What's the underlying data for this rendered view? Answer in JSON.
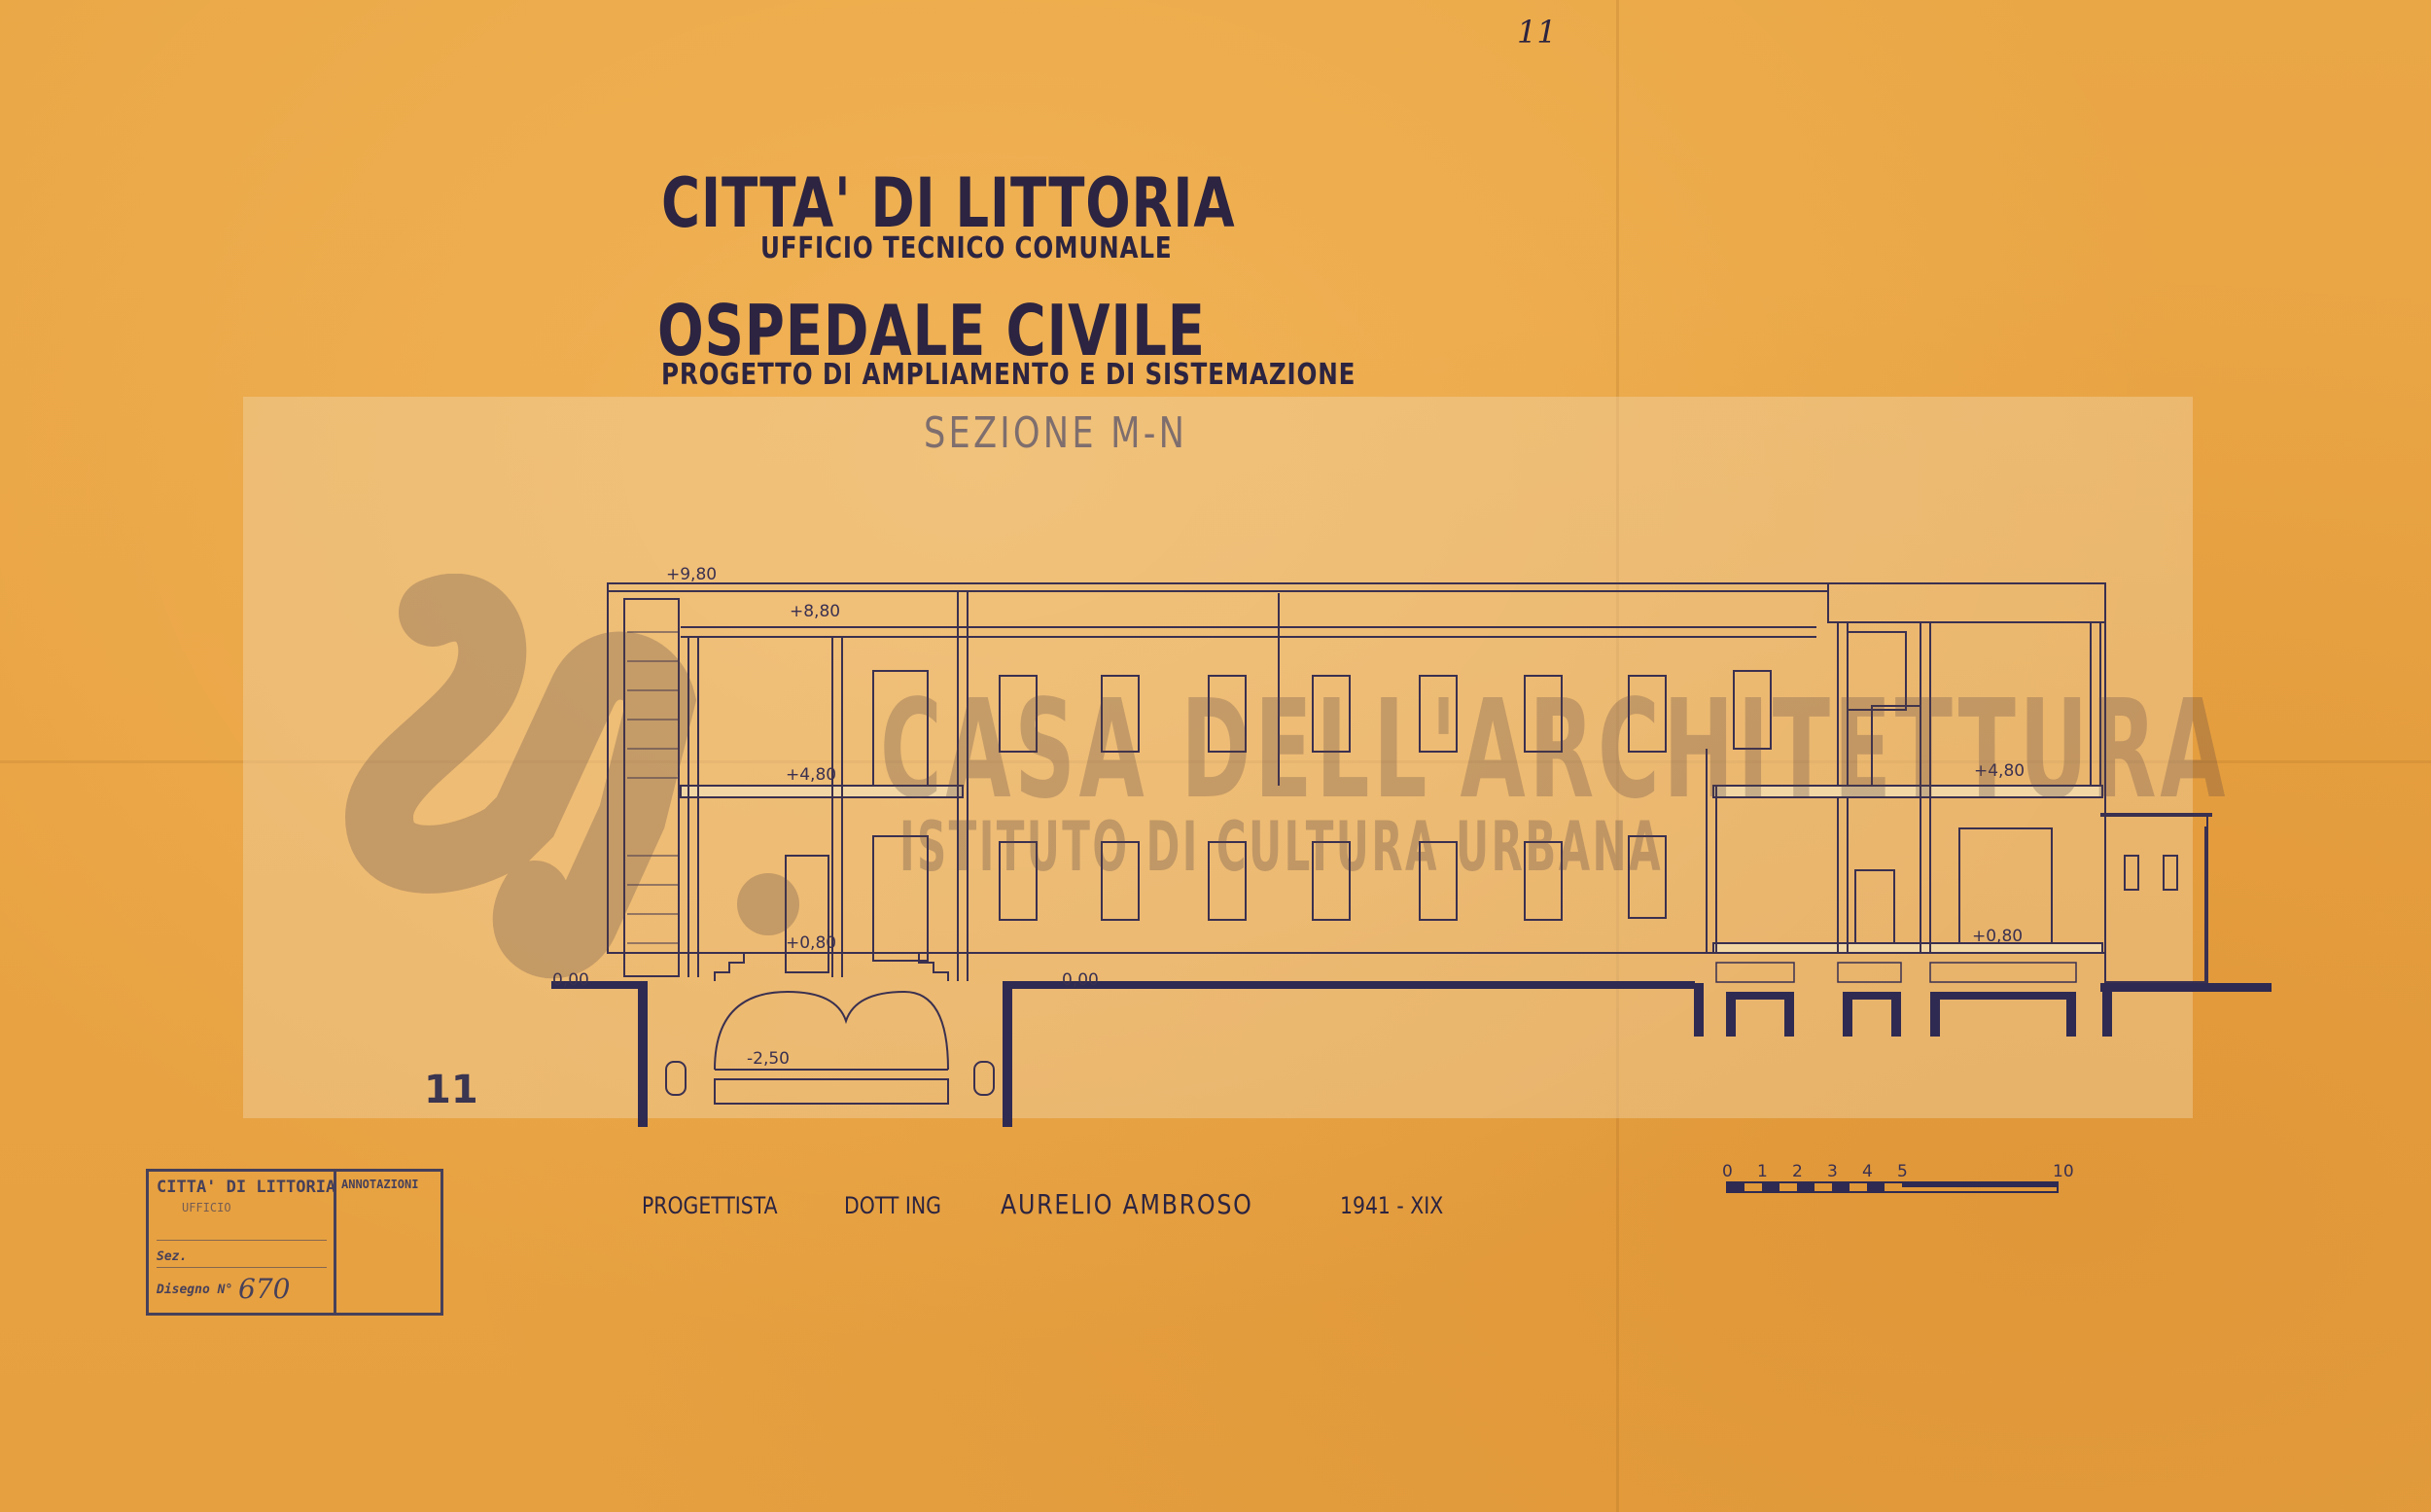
{
  "sheet": {
    "sheet_number": "11",
    "panel_number": "11"
  },
  "title_block": {
    "city": "CITTA' DI LITTORIA",
    "office": "UFFICIO TECNICO COMUNALE",
    "building": "OSPEDALE CIVILE",
    "project": "PROGETTO DI AMPLIAMENTO E DI SISTEMAZIONE",
    "section": "SEZIONE M-N"
  },
  "elevations": {
    "roof_top": "+9,80",
    "upper_floor": "+8,80",
    "first_floor_left": "+4,80",
    "first_floor_right": "+4,80",
    "ground_floor_left": "+0,80",
    "ground_floor_right": "+0,80",
    "grade_left": "0,00",
    "grade_middle": "0,00",
    "basement": "-2,50"
  },
  "scale_bar": {
    "labels": [
      "0",
      "1",
      "2",
      "3",
      "4",
      "5",
      "10"
    ]
  },
  "credits": {
    "role": "PROGETTISTA",
    "title": "DOTT ING",
    "name": "AURELIO AMBROSO",
    "date": "1941 - XIX"
  },
  "stamp": {
    "title": "CITTA' DI LITTORIA",
    "office": "UFFICIO",
    "sez_label": "Sez.",
    "disegno_label": "Disegno N°",
    "drawing_number": "670",
    "annotations_label": "ANNOTAZIONI"
  },
  "watermark": {
    "main": "CASA DELL'ARCHITETTURA",
    "sub": "ISTITUTO DI CULTURA URBANA"
  },
  "colors": {
    "paper": "#e9a443",
    "ink": "#2c2440",
    "line": "#3a3050"
  }
}
